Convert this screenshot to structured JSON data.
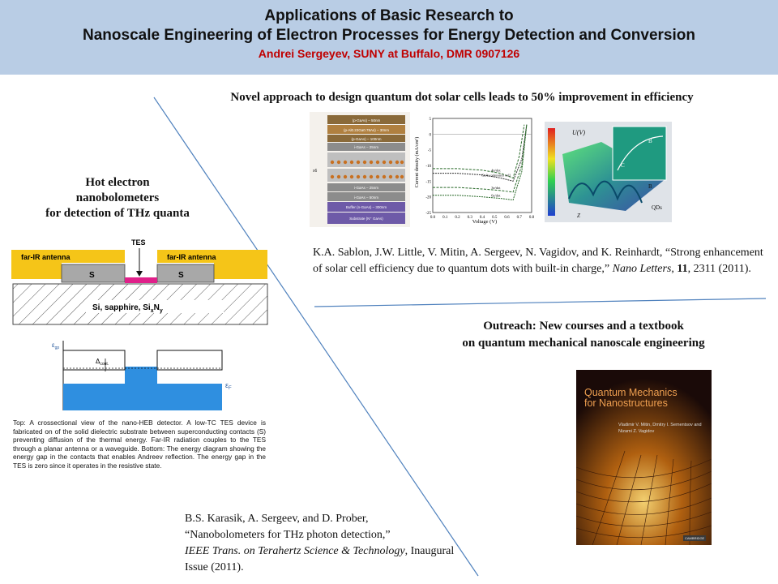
{
  "header": {
    "title_line1": "Applications of Basic Research to",
    "title_line2": "Nanoscale Engineering of Electron Processes for Energy Detection and Conversion",
    "subtitle": "Andrei Sergeyev, SUNY at Buffalo, DMR 0907126"
  },
  "solar": {
    "heading": "Novel approach to design quantum dot solar cells leads to 50% improvement in efficiency",
    "layers": [
      "(p-GaAs) – 50nm",
      "(p-Al0.22Ga0.78As) – 30nm",
      "(p-GaAs) – 100nm",
      "i-GaAs – 25nm",
      "i-GaAs – 25nm",
      "i-GaAs – 50nm",
      "Buffer (n-GaAs) – 300nm",
      "Substrate (N⁺ GaAs)"
    ],
    "layer_repeat_label": "x6",
    "chart_data": {
      "type": "line",
      "xlabel": "Voltage (V)",
      "ylabel": "Current density (mA/cm²)",
      "xlim": [
        0,
        0.8
      ],
      "ylim": [
        -25,
        5
      ],
      "x_ticks": [
        "0.0",
        "0.1",
        "0.2",
        "0.3",
        "0.4",
        "0.5",
        "0.6",
        "0.7",
        "0.8"
      ],
      "y_ticks": [
        "5",
        "0",
        "-5",
        "-10",
        "-15",
        "-20",
        "-25"
      ],
      "series": [
        {
          "name": "4n/dot",
          "x": [
            0,
            0.2,
            0.4,
            0.55,
            0.65,
            0.7,
            0.74
          ],
          "y": [
            -11,
            -11,
            -11.5,
            -12.5,
            -14,
            -7,
            3
          ]
        },
        {
          "name": "GaAs reference cell",
          "x": [
            0,
            0.2,
            0.4,
            0.55,
            0.65,
            0.72,
            0.76
          ],
          "y": [
            -12.5,
            -12.5,
            -13,
            -14,
            -15,
            -8,
            3
          ]
        },
        {
          "name": "3e/dot",
          "x": [
            0,
            0.2,
            0.4,
            0.55,
            0.65,
            0.72,
            0.76
          ],
          "y": [
            -17,
            -17,
            -17.5,
            -18,
            -18.5,
            -10,
            3
          ]
        },
        {
          "name": "6e/dot",
          "x": [
            0,
            0.2,
            0.4,
            0.55,
            0.65,
            0.72,
            0.76
          ],
          "y": [
            -19.5,
            -19.5,
            -20,
            -20.5,
            -21,
            -12,
            3
          ]
        }
      ]
    },
    "potential_labels": {
      "u": "U(V)",
      "b": "B",
      "c": "C",
      "qds": "QDs",
      "z": "Z"
    },
    "reference": {
      "authors": "K.A. Sablon, J.W. Little, V. Mitin, A. Sergeev, N. Vagidov, and K. Reinhardt,",
      "title": "“Strong enhancement of solar cell efficiency due to quantum dots with built-in charge,”",
      "journal": "Nano Letters",
      "volume": "11",
      "pages": ", 2311 (2011)."
    }
  },
  "hot": {
    "title_line1": "Hot electron",
    "title_line2": "nanobolometers",
    "title_line3": "for detection of THz quanta",
    "diagram": {
      "tes": "TES",
      "antenna_left": "far-IR antenna",
      "antenna_right": "far-IR antenna",
      "s_left": "S",
      "s_right": "S",
      "substrate": "Si, sapphire, Si",
      "substrate_sub1": "x",
      "substrate_n": "N",
      "substrate_sub2": "y",
      "eg": "ε",
      "eg_sub": "gp",
      "delta": "Δ",
      "delta_sub": "cont.",
      "ef": "ε",
      "ef_sub": "F"
    },
    "caption": "Top: A crossectional view of the nano-HEB detector. A low-TC TES device is fabricated on of the solid dielectric substrate between superconducting contacts (S) preventing diffusion of the thermal energy. Far-IR radiation couples to the TES through a planar antenna or a waveguide. Bottom: The energy diagram showing the energy gap in the contacts that enables Andreev reflection. The energy gap in the TES is zero since it operates in the resistive state.",
    "reference": {
      "authors": "B.S. Karasik, A. Sergeev, and D. Prober,",
      "title": "“Nanobolometers for THz photon detection,”",
      "journal": "IEEE Trans. on Terahertz Science & Technology",
      "issue": ", Inaugural Issue (2011)."
    }
  },
  "outreach": {
    "title_line1": "Outreach: New courses and a textbook",
    "title_line2": "on quantum mechanical nanoscale engineering",
    "book": {
      "title_line1": "Quantum Mechanics",
      "title_line2": "for Nanostructures",
      "authors": "Vladimir V. Mitin, Dmitry I. Sementsov and Nizami Z. Vagidov",
      "publisher": "CAMBRIDGE"
    }
  },
  "colors": {
    "header_bg": "#b9cde5",
    "subtitle": "#c00000",
    "divider": "#4f81bd",
    "antenna": "#f5c518",
    "tes": "#e0208a",
    "fermi": "#2f8fe0"
  }
}
